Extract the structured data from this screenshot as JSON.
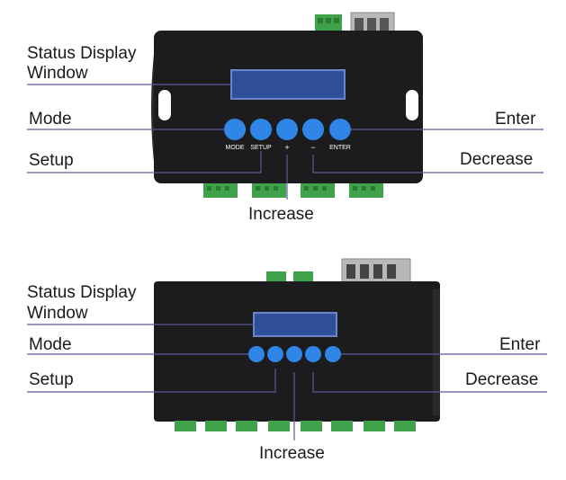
{
  "top_unit": {
    "labels": {
      "status_display_line1": "Status Display",
      "status_display_line2": "Window",
      "mode": "Mode",
      "setup": "Setup",
      "enter": "Enter",
      "decrease": "Decrease",
      "increase": "Increase"
    },
    "button_captions": [
      "MODE",
      "SETUP",
      "+",
      "−",
      "ENTER"
    ]
  },
  "bottom_unit": {
    "labels": {
      "status_display_line1": "Status Display",
      "status_display_line2": "Window",
      "mode": "Mode",
      "setup": "Setup",
      "enter": "Enter",
      "decrease": "Decrease",
      "increase": "Increase"
    }
  },
  "colors": {
    "housing": "#1c1c1e",
    "display": "#2f4f9a",
    "button": "#2f86e6",
    "terminal": "#3fa14a",
    "terminal_dark": "#2a7a33",
    "callout_line": "#5a5a9a",
    "metal": "#b8b8b8"
  }
}
